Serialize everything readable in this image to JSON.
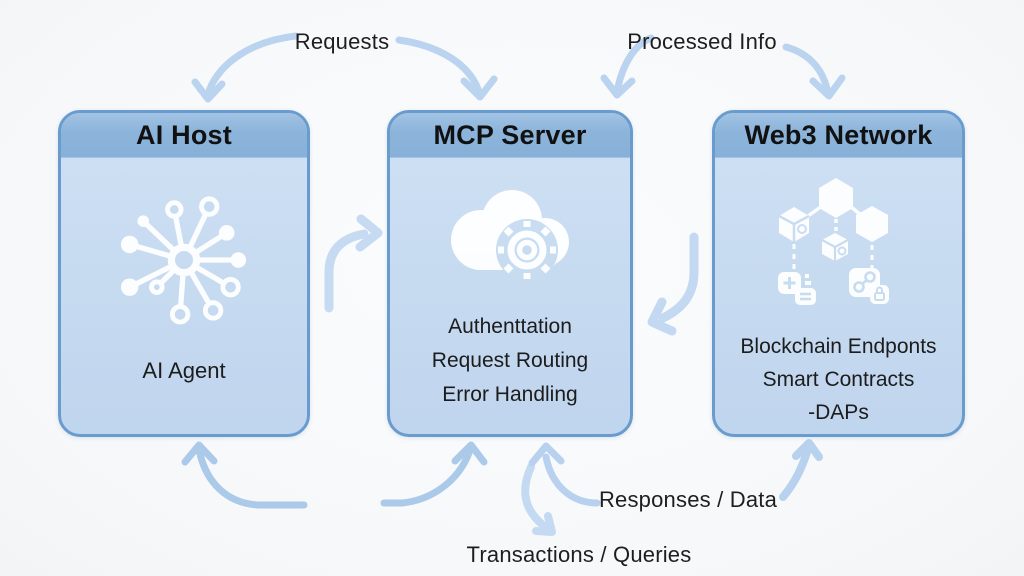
{
  "diagram": {
    "flow_labels": {
      "requests": "Requests",
      "processed_info": "Processed Info",
      "responses_data": "Responses / Data",
      "transactions_queries": "Transactions / Queries"
    },
    "boxes": {
      "ai_host": {
        "title": "AI Host",
        "icon": "neural-hub-icon",
        "caption": "AI Agent"
      },
      "mcp_server": {
        "title": "MCP Server",
        "icon": "cloud-gear-icon",
        "lines": [
          "Authenttation",
          "Request Routing",
          "Error Handling"
        ]
      },
      "web3_network": {
        "title": "Web3 Network",
        "icon": "blockchain-network-icon",
        "lines": [
          "Blockchain Endponts",
          "Smart Contracts",
          "-DAPs"
        ]
      }
    },
    "edges": [
      {
        "label": "Requests",
        "from": "AI Host",
        "to": "MCP Server"
      },
      {
        "label": "Processed Info",
        "from": "MCP Server",
        "to": "Web3 Network"
      },
      {
        "label": "Responses / Data",
        "from": "Web3 Network",
        "to": "MCP Server"
      },
      {
        "label": "Transactions / Queries",
        "from": "MCP Server",
        "to": "Web3 Network"
      }
    ],
    "colors": {
      "box_border": "#6a9bcd",
      "box_header": "#8fb7dc",
      "box_body": "#c9dcf1",
      "arrow_light": "#bdd5f0",
      "arrow_dark": "#abc9e9",
      "title_text": "#111111",
      "label_text": "#1e1e1e",
      "icon_white": "#ffffff"
    }
  }
}
